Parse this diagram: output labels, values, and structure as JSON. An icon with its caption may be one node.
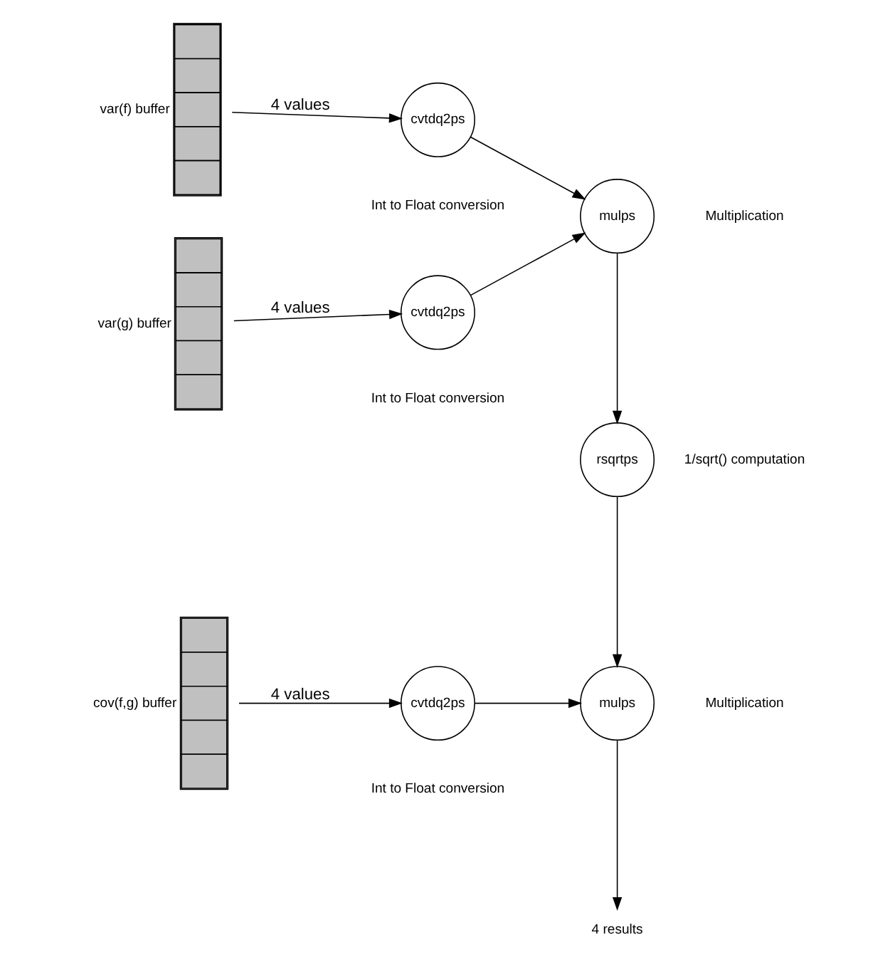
{
  "diagram": {
    "nodes": [
      {
        "text": [],
        "shape": "bar",
        "beside": [
          "var(f) buffer"
        ]
      },
      {
        "text": [
          "cvtdq2ps"
        ],
        "beside": [
          "Int to Float conversion"
        ]
      },
      {
        "text": [],
        "shape": "bar",
        "beside": [
          "var(g) buffer"
        ]
      },
      {
        "text": [
          "cvtdq2ps"
        ],
        "beside": [
          "Int to Float conversion"
        ]
      },
      {
        "text": [],
        "shape": "bar",
        "beside": [
          "cov(f,g) buffer"
        ]
      },
      {
        "text": [
          "cvtdq2ps"
        ],
        "beside": [
          "Int to Float conversion"
        ]
      },
      {
        "text": [
          "mulps"
        ],
        "beside": [
          "Multiplication"
        ]
      },
      {
        "text": [
          "rsqrtps"
        ],
        "beside": [
          "1/sqrt() computation"
        ]
      },
      {
        "text": [
          "mulps"
        ],
        "beside": [
          "Multiplication"
        ]
      },
      {
        "text": [
          "4 results"
        ]
      }
    ],
    "edges": [
      {
        "from": 0,
        "to": 1,
        "arrow": "to",
        "label": "4 values"
      },
      {
        "from": 2,
        "to": 3,
        "arrow": "to",
        "label": "4 values"
      },
      {
        "from": 4,
        "to": 5,
        "arrow": "to",
        "label": "4 values"
      },
      {
        "from": 1,
        "to": 6,
        "arrow": "to"
      },
      {
        "from": 3,
        "to": 6,
        "arrow": "to"
      },
      {
        "from": 6,
        "to": 7,
        "arrow": "to"
      },
      {
        "from": 7,
        "to": 8,
        "arrow": "to"
      },
      {
        "from": 5,
        "to": 8,
        "arrow": "to"
      },
      {
        "from": 8,
        "to": 9,
        "arrow": "to"
      }
    ]
  }
}
